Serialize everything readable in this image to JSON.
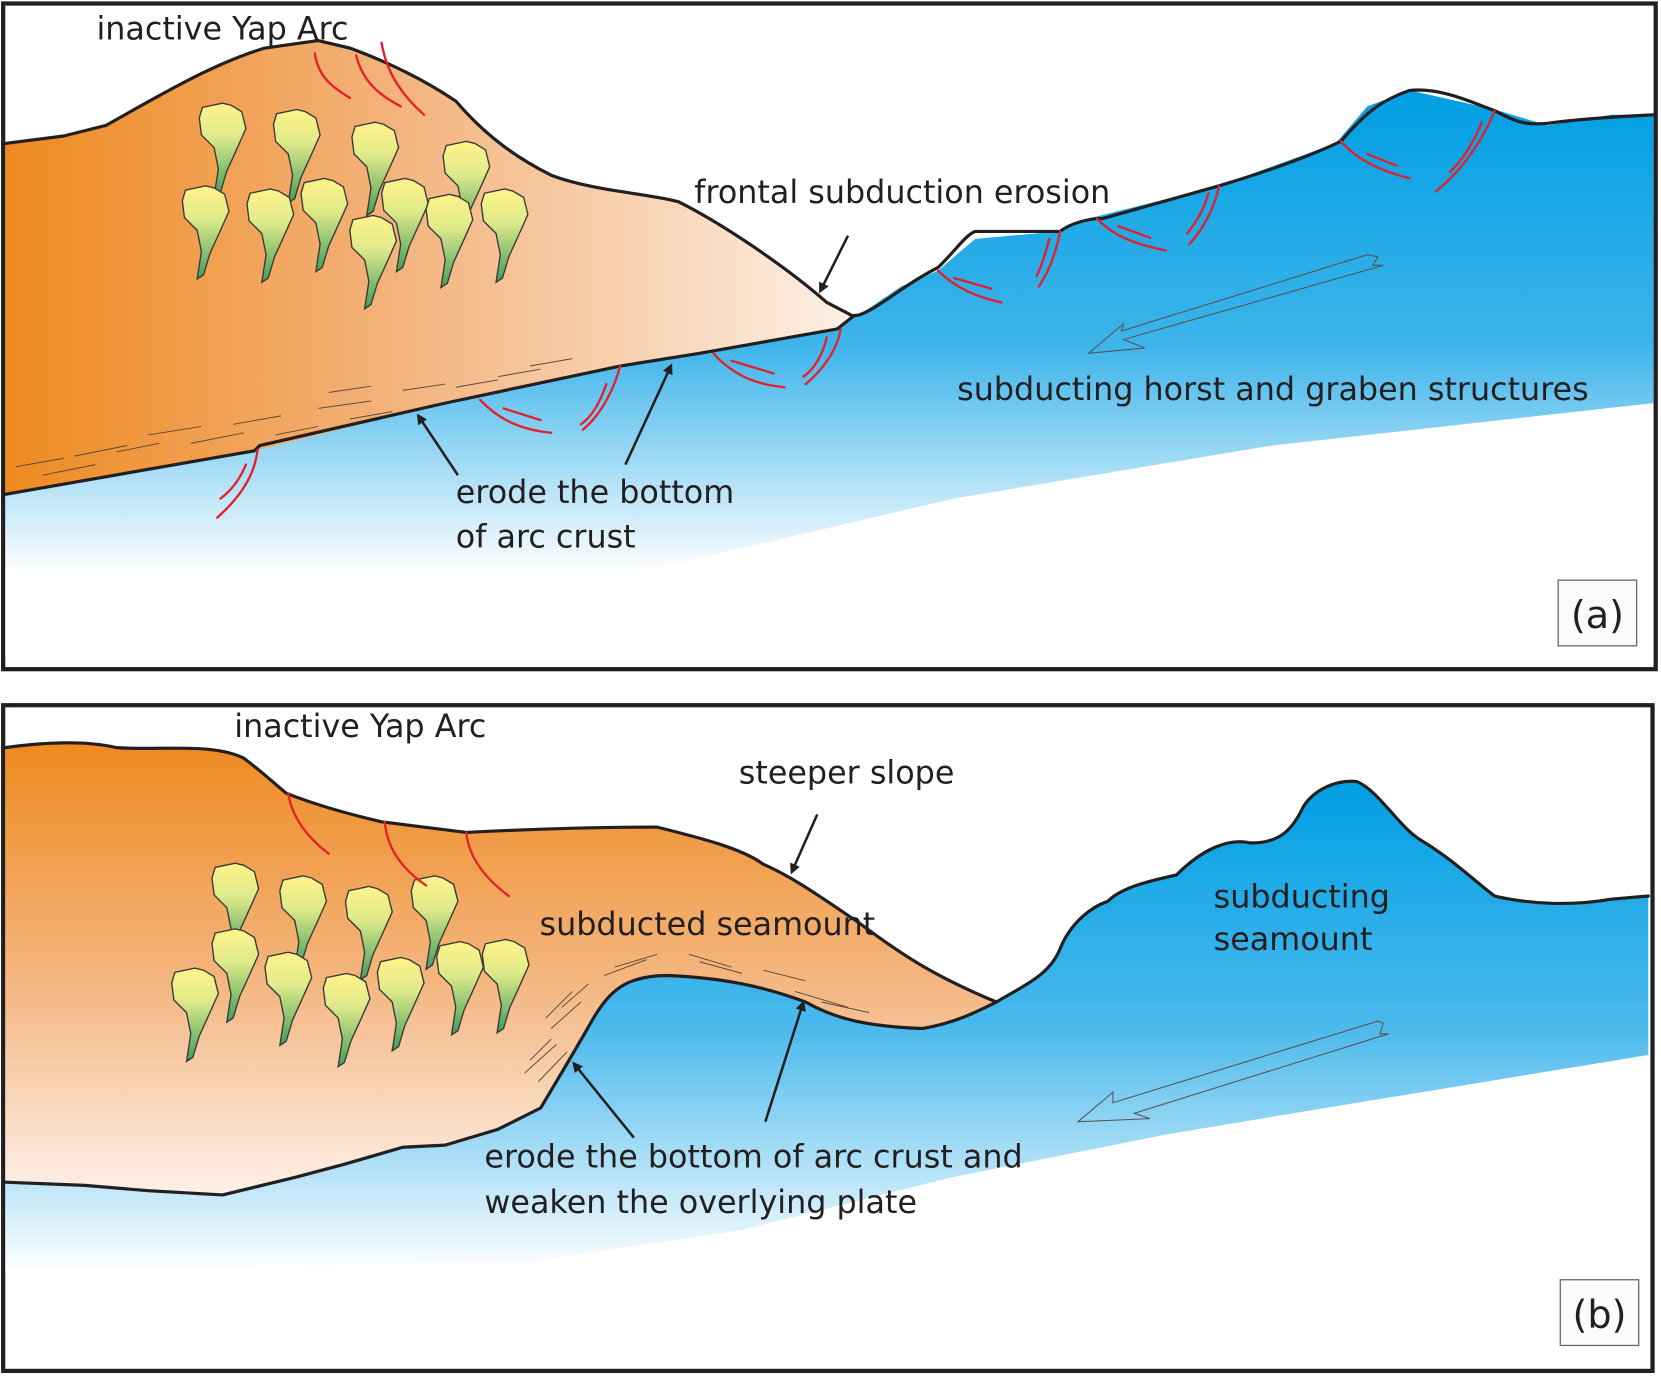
{
  "figure": {
    "panels": [
      {
        "id": "a",
        "tag": "(a)",
        "labels": {
          "arc": "inactive Yap Arc",
          "frontal": "frontal subduction erosion",
          "horst": "subducting horst and graben structures",
          "erode_line1": "erode the bottom",
          "erode_line2": "of arc crust"
        }
      },
      {
        "id": "b",
        "tag": "(b)",
        "labels": {
          "arc": "inactive Yap Arc",
          "steeper": "steeper slope",
          "subducted": "subducted seamount",
          "subducting_line1": "subducting",
          "subducting_line2": "seamount",
          "erode_line1": "erode the bottom of arc crust and",
          "erode_line2": "weaken the overlying plate"
        }
      }
    ],
    "colors": {
      "arc_orange": "#ee8a1f",
      "arc_light": "#fbe9da",
      "plate_blue": "#009fe3",
      "fault_red": "#e3202b",
      "clast_yellow": "#fff38a",
      "clast_green": "#3f9e5a"
    }
  }
}
